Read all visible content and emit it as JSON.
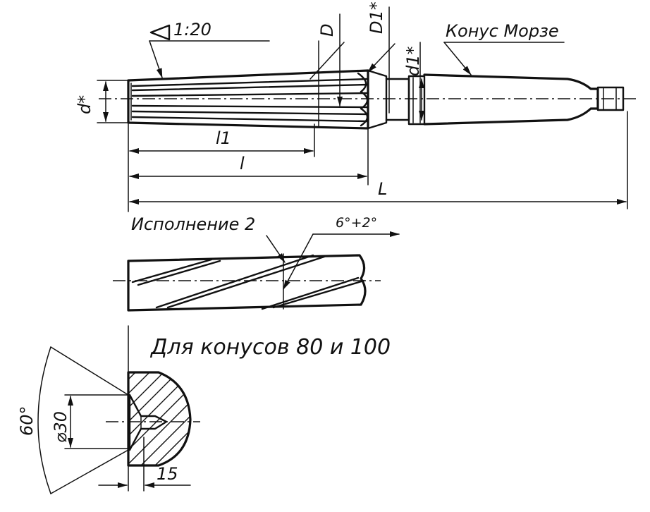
{
  "labels": {
    "taper": "1:20",
    "morse_taper": "Конус Морзе",
    "dim_d": "d*",
    "dim_D": "D",
    "dim_D1": "D1*",
    "dim_d1": "d1*",
    "dim_l1": "l1",
    "dim_l": "l",
    "dim_L": "L",
    "version_2": "Исполнение 2",
    "helix_angle": "6°+2°",
    "for_cones": "Для конусов 80 и 100",
    "angle_60": "60°",
    "dia_30": "⌀30",
    "dim_15": "15"
  },
  "colors": {
    "ink": "#111111",
    "paper": "#ffffff"
  }
}
